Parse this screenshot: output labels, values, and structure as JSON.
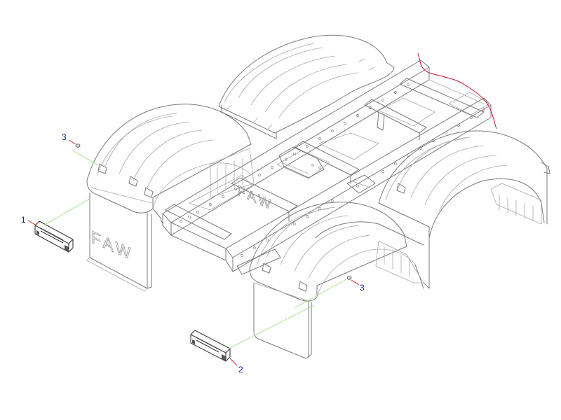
{
  "diagram": {
    "callouts": [
      {
        "id": "1",
        "text": "1"
      },
      {
        "id": "2",
        "text": "2"
      },
      {
        "id": "3a",
        "text": "3"
      },
      {
        "id": "3b",
        "text": "3"
      }
    ],
    "mudflap_embossing": [
      {
        "text": "FAW"
      },
      {
        "text": "FAW"
      }
    ],
    "colors": {
      "callout_text": "#1a1aa8",
      "leader_line": "#9fe08a",
      "leader_tick": "#d02020",
      "cut_line": "#c8102e",
      "line_art": "#7a7a7a"
    }
  }
}
